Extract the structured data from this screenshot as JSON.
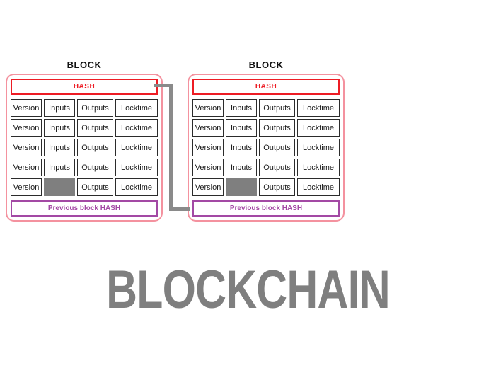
{
  "caption": "BLOCKCHAIN",
  "blocks": [
    {
      "title": "BLOCK",
      "hash_label": "HASH",
      "prev_hash_label": "Previous block HASH",
      "rows": [
        [
          "Version",
          "Inputs",
          "Outputs",
          "Locktime"
        ],
        [
          "Version",
          "Inputs",
          "Outputs",
          "Locktime"
        ],
        [
          "Version",
          "Inputs",
          "Outputs",
          "Locktime"
        ],
        [
          "Version",
          "Inputs",
          "Outputs",
          "Locktime"
        ],
        [
          "Version",
          "",
          "Outputs",
          "Locktime"
        ]
      ]
    },
    {
      "title": "BLOCK",
      "hash_label": "HASH",
      "prev_hash_label": "Previous block HASH",
      "rows": [
        [
          "Version",
          "Inputs",
          "Outputs",
          "Locktime"
        ],
        [
          "Version",
          "Inputs",
          "Outputs",
          "Locktime"
        ],
        [
          "Version",
          "Inputs",
          "Outputs",
          "Locktime"
        ],
        [
          "Version",
          "Inputs",
          "Outputs",
          "Locktime"
        ],
        [
          "Version",
          "",
          "Outputs",
          "Locktime"
        ]
      ]
    }
  ],
  "colors": {
    "hash_red": "#ed1c24",
    "block_outline_pink": "#f4929f",
    "prev_hash_purple": "#a349a4",
    "connector_gray": "#8a8a8a",
    "gray_cell_fill": "#7f7f7f",
    "caption_gray": "#7f7f7f",
    "cell_border": "#2b2b2b"
  }
}
